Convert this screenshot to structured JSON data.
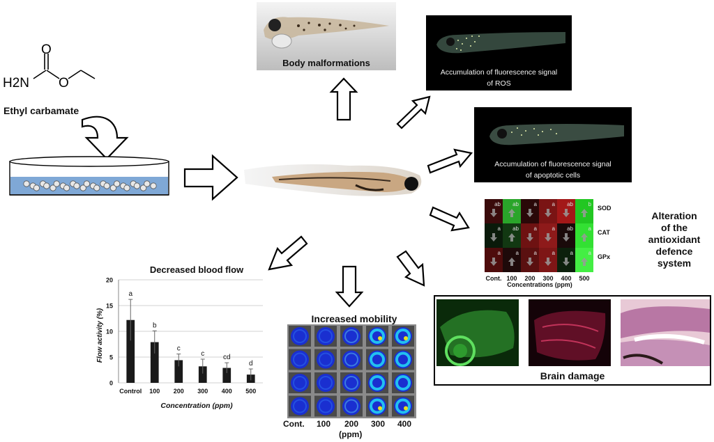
{
  "chemical": {
    "o_label": "O",
    "nh2_label": "H2N",
    "o_ester_label": "O",
    "name": "Ethyl carbamate"
  },
  "effects": {
    "body_malformations": "Body malformations",
    "ros_line1": "Accumulation of fluorescence signal",
    "ros_line2": "of  ROS",
    "apoptosis_line1": "Accumulation of fluorescence signal",
    "apoptosis_line2": "of apoptotic cells",
    "antioxidant_title": [
      "Alteration",
      "of the",
      "antioxidant",
      "defence",
      "system"
    ],
    "brain_damage": "Brain damage",
    "mobility_title": "Increased mobility",
    "mobility_ticks": [
      "Cont.",
      "100",
      "200",
      "300",
      "400"
    ],
    "mobility_unit": "(ppm)"
  },
  "heatmap": {
    "rows": [
      "SOD",
      "CAT",
      "GPx"
    ],
    "cols": [
      "Cont.",
      "100",
      "200",
      "300",
      "400",
      "500"
    ],
    "xlabel": "Concentrations (ppm)",
    "letters": [
      [
        "ab",
        "ab",
        "a",
        "a",
        "ab",
        "b"
      ],
      [
        "a",
        "ab",
        "a",
        "a",
        "ab",
        "a"
      ],
      [
        "a",
        "a",
        "a",
        "a",
        "a",
        "a"
      ]
    ],
    "colors": [
      [
        "#3a0b0b",
        "#2aa52a",
        "#2a0808",
        "#7a1414",
        "#a31818",
        "#22c722"
      ],
      [
        "#0a1a0a",
        "#123812",
        "#6e1212",
        "#8e1a1a",
        "#1a0a0a",
        "#33e033"
      ],
      [
        "#4e0c0c",
        "#1e0a0a",
        "#5a1010",
        "#7e1616",
        "#0c200c",
        "#44ee44"
      ]
    ]
  },
  "chart_data": {
    "type": "bar",
    "title": "Decreased blood flow",
    "xlabel": "Concentration (ppm)",
    "ylabel": "Flow activity (%)",
    "categories": [
      "Control",
      "100",
      "200",
      "300",
      "400",
      "500"
    ],
    "values": [
      12.2,
      7.9,
      4.4,
      3.2,
      2.9,
      1.6
    ],
    "errors": [
      4.0,
      2.2,
      1.2,
      1.4,
      1.0,
      1.1
    ],
    "significance": [
      "a",
      "b",
      "c",
      "c",
      "cd",
      "d"
    ],
    "ylim": [
      0,
      20
    ],
    "yticks": [
      0,
      5,
      10,
      15,
      20
    ],
    "grid": true,
    "bar_color": "#1a1a1a"
  }
}
